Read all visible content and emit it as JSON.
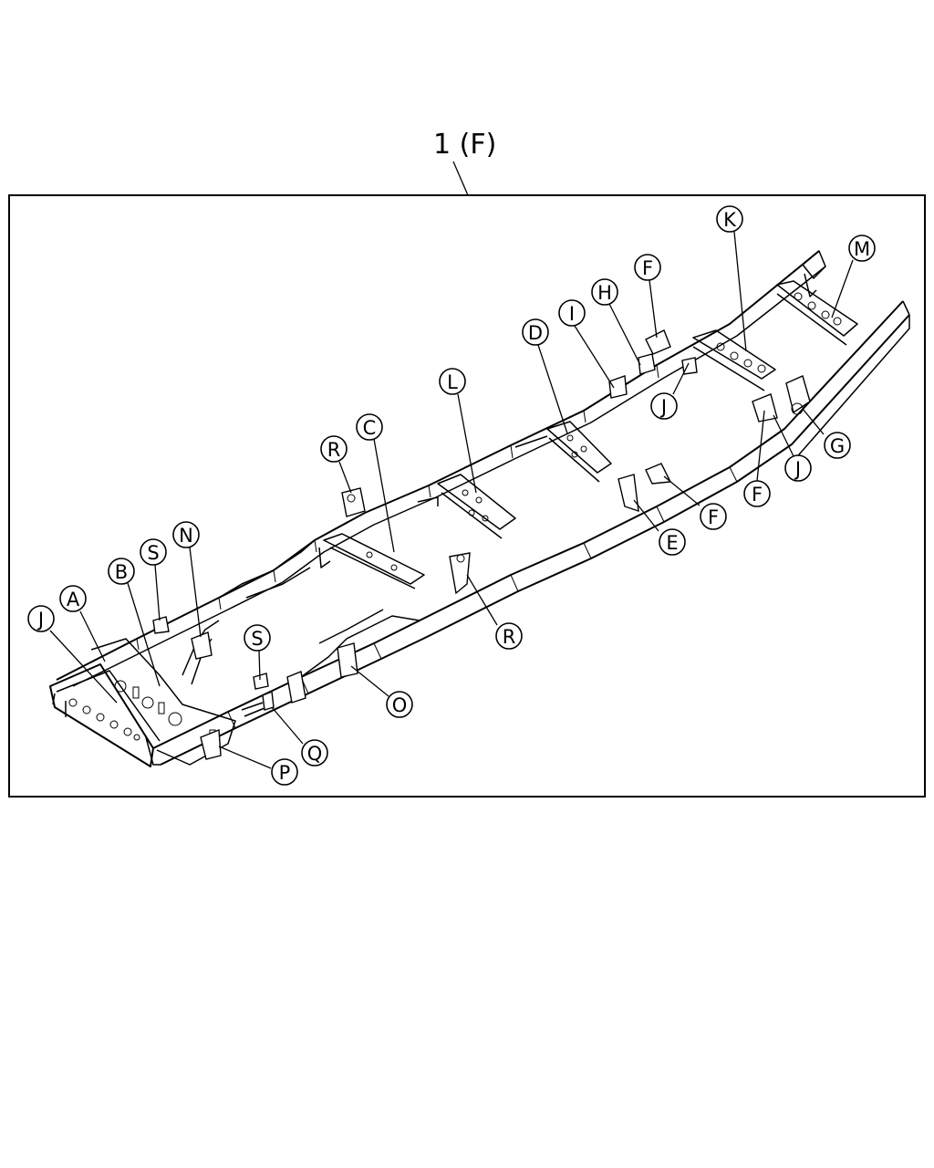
{
  "title": "1 (F)",
  "callouts": [
    {
      "id": "K",
      "text": "K"
    },
    {
      "id": "M",
      "text": "M"
    },
    {
      "id": "F1",
      "text": "F"
    },
    {
      "id": "H",
      "text": "H"
    },
    {
      "id": "I",
      "text": "I"
    },
    {
      "id": "D",
      "text": "D"
    },
    {
      "id": "L",
      "text": "L"
    },
    {
      "id": "J1",
      "text": "J"
    },
    {
      "id": "G",
      "text": "G"
    },
    {
      "id": "J2",
      "text": "J"
    },
    {
      "id": "F2",
      "text": "F"
    },
    {
      "id": "F3",
      "text": "F"
    },
    {
      "id": "E",
      "text": "E"
    },
    {
      "id": "R1",
      "text": "R"
    },
    {
      "id": "C",
      "text": "C"
    },
    {
      "id": "R2",
      "text": "R"
    },
    {
      "id": "N",
      "text": "N"
    },
    {
      "id": "S1",
      "text": "S"
    },
    {
      "id": "B",
      "text": "B"
    },
    {
      "id": "A",
      "text": "A"
    },
    {
      "id": "J3",
      "text": "J"
    },
    {
      "id": "S2",
      "text": "S"
    },
    {
      "id": "O",
      "text": "O"
    },
    {
      "id": "Q",
      "text": "Q"
    },
    {
      "id": "P",
      "text": "P"
    }
  ]
}
